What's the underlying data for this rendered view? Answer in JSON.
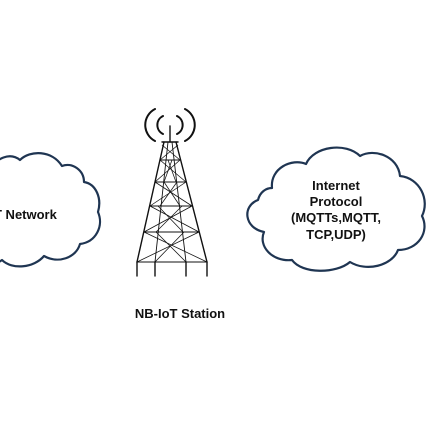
{
  "left_cloud": {
    "label": "T Network"
  },
  "right_cloud": {
    "lines": [
      "Internet",
      "Protocol",
      "(MQTTs,MQTT,",
      "TCP,UDP)"
    ]
  },
  "station": {
    "label": "NB-IoT Station"
  },
  "colors": {
    "cloud_stroke": "#1f3552",
    "text": "#111111",
    "background": "#ffffff"
  },
  "icons": {
    "tower": "radio-tower-icon",
    "signal": "signal-waves-icon"
  }
}
